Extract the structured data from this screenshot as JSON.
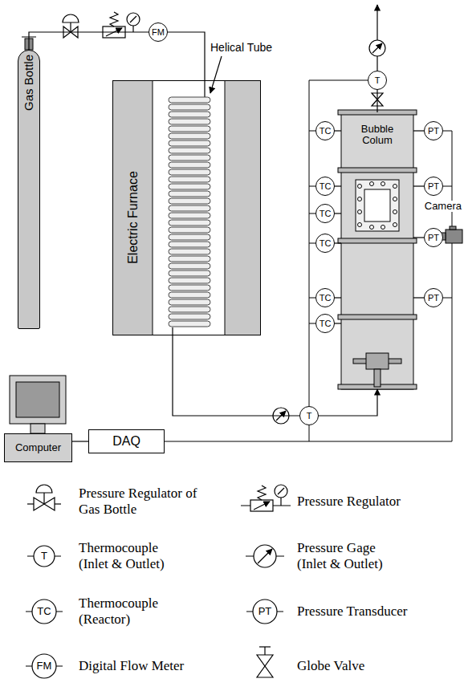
{
  "diagram": {
    "nodes": [
      {
        "text": [
          "Gas Bottle"
        ]
      },
      {
        "text": [
          "FM"
        ]
      },
      {
        "text": [
          "Electric Furnace"
        ]
      },
      {
        "text": [
          "Bubble Colum"
        ]
      },
      {
        "text": [
          "T"
        ]
      },
      {
        "text": [
          "T"
        ]
      },
      {
        "text": [
          "TC"
        ]
      },
      {
        "text": [
          "TC"
        ]
      },
      {
        "text": [
          "TC"
        ]
      },
      {
        "text": [
          "TC"
        ]
      },
      {
        "text": [
          "TC"
        ]
      },
      {
        "text": [
          "TC"
        ]
      },
      {
        "text": [
          "PT"
        ]
      },
      {
        "text": [
          "PT"
        ]
      },
      {
        "text": [
          "PT"
        ]
      },
      {
        "text": [
          "PT"
        ]
      },
      {
        "text": [
          "Camera"
        ]
      },
      {
        "text": [
          "Computer"
        ]
      },
      {
        "text": [
          "DAQ"
        ]
      }
    ],
    "edges": [
      {
        "from": 0,
        "to": 1,
        "arrow": "none"
      },
      {
        "from": 1,
        "to": 2,
        "arrow": "none"
      },
      {
        "from": 2,
        "to": 5,
        "arrow": "none"
      },
      {
        "from": 5,
        "to": 3,
        "arrow": "to"
      },
      {
        "from": 3,
        "to": 4,
        "arrow": "none"
      },
      {
        "from": 6,
        "to": 3,
        "arrow": "none"
      },
      {
        "from": 7,
        "to": 3,
        "arrow": "none"
      },
      {
        "from": 8,
        "to": 3,
        "arrow": "none"
      },
      {
        "from": 9,
        "to": 3,
        "arrow": "none"
      },
      {
        "from": 10,
        "to": 3,
        "arrow": "none"
      },
      {
        "from": 11,
        "to": 3,
        "arrow": "none"
      },
      {
        "from": 12,
        "to": 3,
        "arrow": "none"
      },
      {
        "from": 13,
        "to": 3,
        "arrow": "none"
      },
      {
        "from": 14,
        "to": 3,
        "arrow": "none"
      },
      {
        "from": 15,
        "to": 3,
        "arrow": "none"
      },
      {
        "from": 17,
        "to": 18,
        "arrow": "none"
      }
    ],
    "labels": [
      "Helical Tube",
      "T",
      "TC",
      "PT",
      "FM"
    ],
    "legend": [
      {
        "text": "Pressure Regulator of Gas Bottle"
      },
      {
        "text": "Pressure Regulator"
      },
      {
        "text": "Thermocouple (Inlet & Outlet)"
      },
      {
        "text": "Pressure Gage (Inlet & Outlet)"
      },
      {
        "text": "Thermocouple (Reactor)"
      },
      {
        "text": "Pressure Transducer"
      },
      {
        "text": "Digital Flow Meter"
      },
      {
        "text": "Globe Valve"
      }
    ]
  }
}
